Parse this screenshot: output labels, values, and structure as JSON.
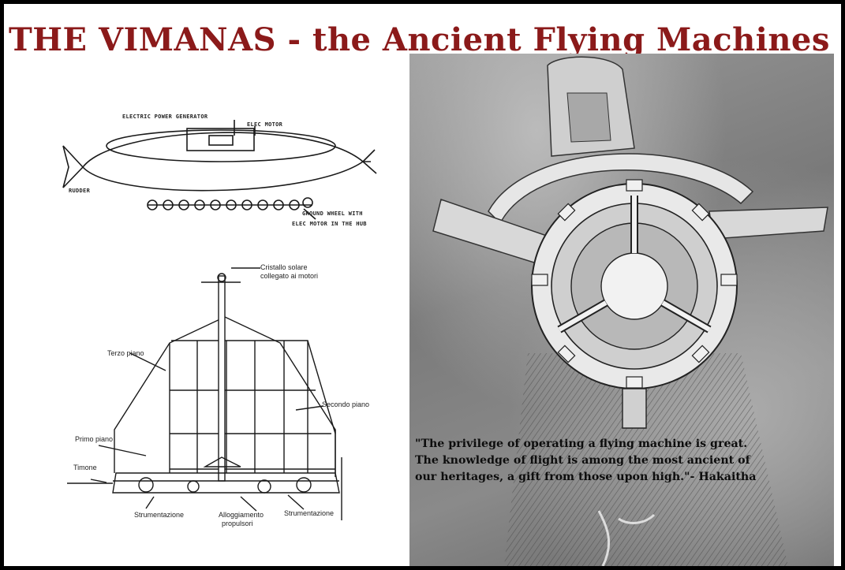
{
  "title": "THE VIMANAS - the Ancient Flying Machines",
  "colors": {
    "title": "#8b1a1a",
    "quote_text": "#0d0d0d",
    "border": "#000000"
  },
  "top_diagram": {
    "labels": {
      "power": "ELECTRIC POWER GENERATOR",
      "motor": "ELEC MOTOR",
      "rudder": "RUDDER",
      "wheel_1": "GROUND WHEEL WITH",
      "wheel_2": "ELEC MOTOR IN THE HUB"
    }
  },
  "bottom_diagram": {
    "labels": {
      "crystal_1": "Cristallo solare",
      "crystal_2": "collegato ai motori",
      "third": "Terzo piano",
      "second": "Secondo piano",
      "first": "Primo piano",
      "rudder": "Timone",
      "instr_left": "Strumentazione",
      "housing_1": "Alloggiamento",
      "housing_2": "propulsori",
      "instr_right": "Strumentazione"
    }
  },
  "quote": {
    "line1": "\"The privilege of operating a flying machine is great.",
    "line2": "The knowledge of flight is among the most ancient of",
    "line3": "our heritages, a gift from those upon high.\"- Hakaitha"
  }
}
